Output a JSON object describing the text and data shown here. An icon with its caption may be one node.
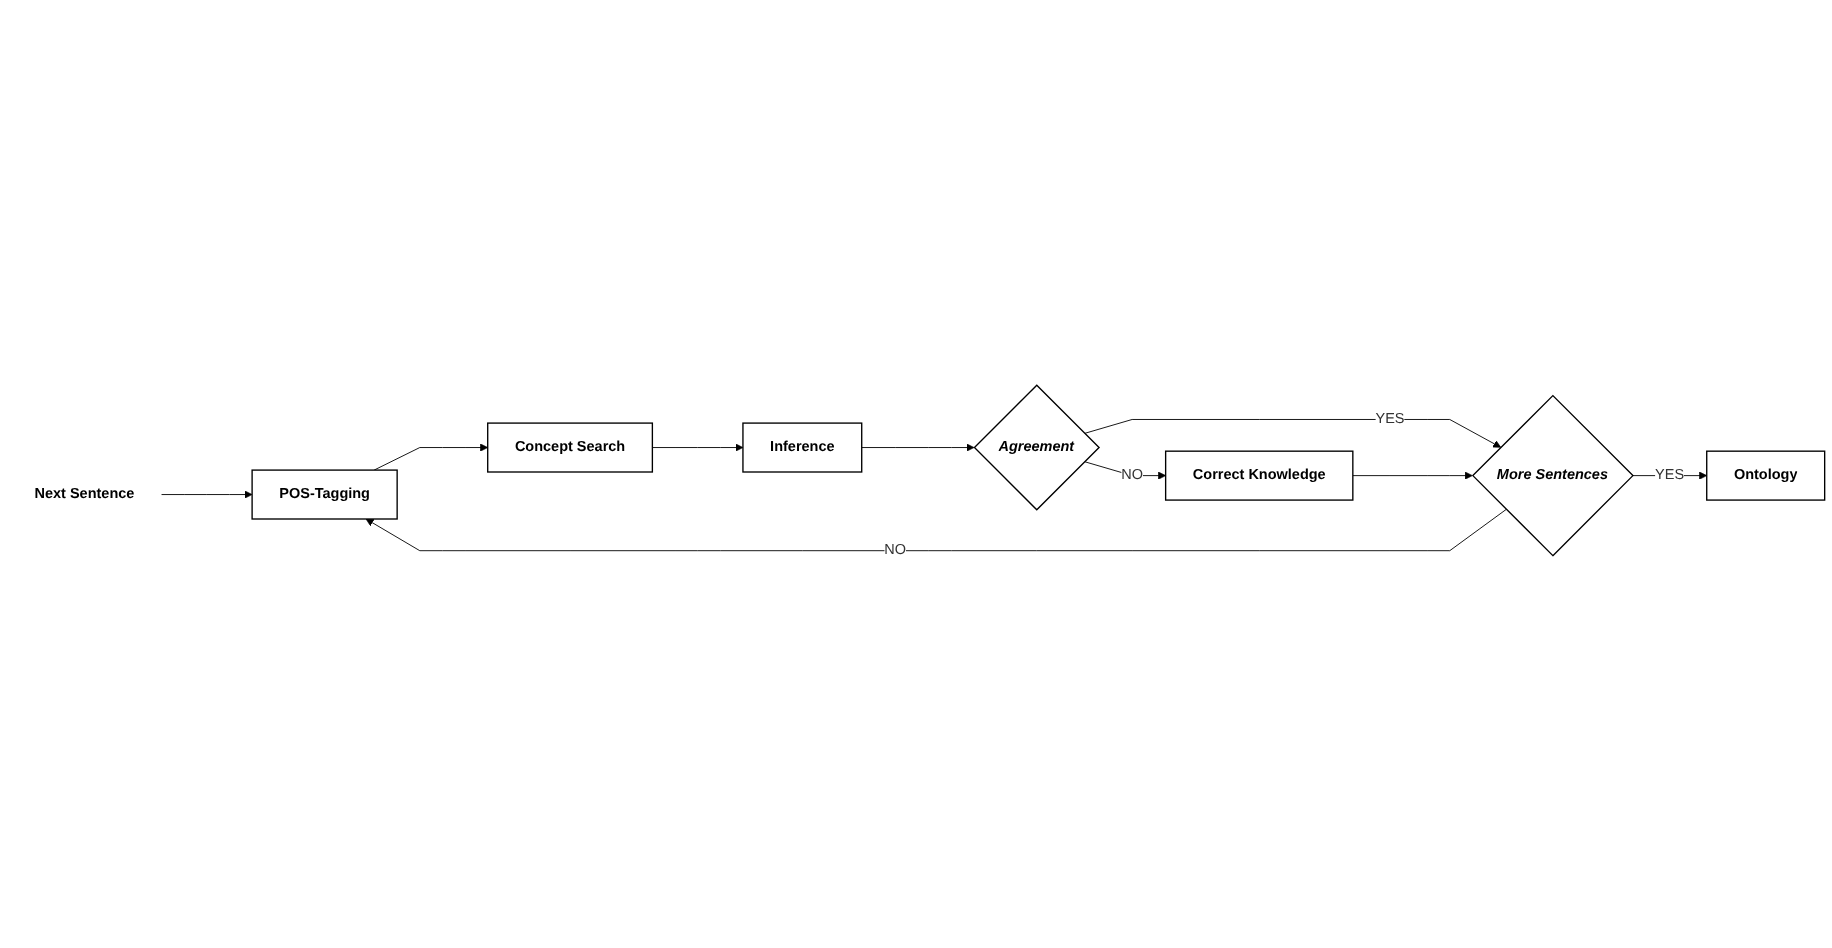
{
  "diagram": {
    "nodes": [
      {
        "text": [
          "Next Sentence"
        ]
      },
      {
        "text": [
          "POS-Tagging"
        ]
      },
      {
        "text": [
          "Concept Search"
        ]
      },
      {
        "text": [
          "Inference"
        ]
      },
      {
        "text": [
          "Agreement"
        ]
      },
      {
        "text": [
          "Correct Knowledge"
        ]
      },
      {
        "text": [
          "More Sentences"
        ]
      },
      {
        "text": [
          "Ontology"
        ]
      }
    ],
    "edges": [
      {
        "from": 0,
        "to": 1,
        "arrow": "to"
      },
      {
        "from": 1,
        "to": 2,
        "arrow": "to"
      },
      {
        "from": 2,
        "to": 3,
        "arrow": "to"
      },
      {
        "from": 3,
        "to": 4,
        "arrow": "to"
      },
      {
        "from": 4,
        "to": 6,
        "arrow": "to",
        "label": "YES"
      },
      {
        "from": 4,
        "to": 5,
        "arrow": "to",
        "label": "NO"
      },
      {
        "from": 5,
        "to": 6,
        "arrow": "to"
      },
      {
        "from": 6,
        "to": 7,
        "arrow": "to",
        "label": "YES"
      },
      {
        "from": 6,
        "to": 1,
        "arrow": "to",
        "label": "NO"
      }
    ]
  }
}
